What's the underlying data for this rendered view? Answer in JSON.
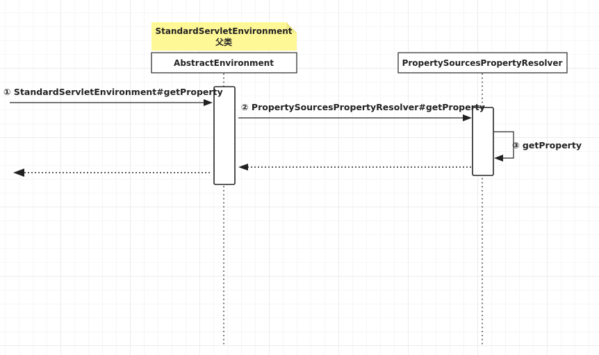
{
  "note": {
    "line1": "StandardServletEnvironment",
    "line2": "父类",
    "color": "#fff897"
  },
  "participants": {
    "abstract_environment": "AbstractEnvironment",
    "resolver": "PropertySourcesPropertyResolver"
  },
  "messages": {
    "m1": "① StandardServletEnvironment#getProperty",
    "m2": "② PropertySourcesPropertyResolver#getProperty",
    "m3": "③ getProperty"
  }
}
